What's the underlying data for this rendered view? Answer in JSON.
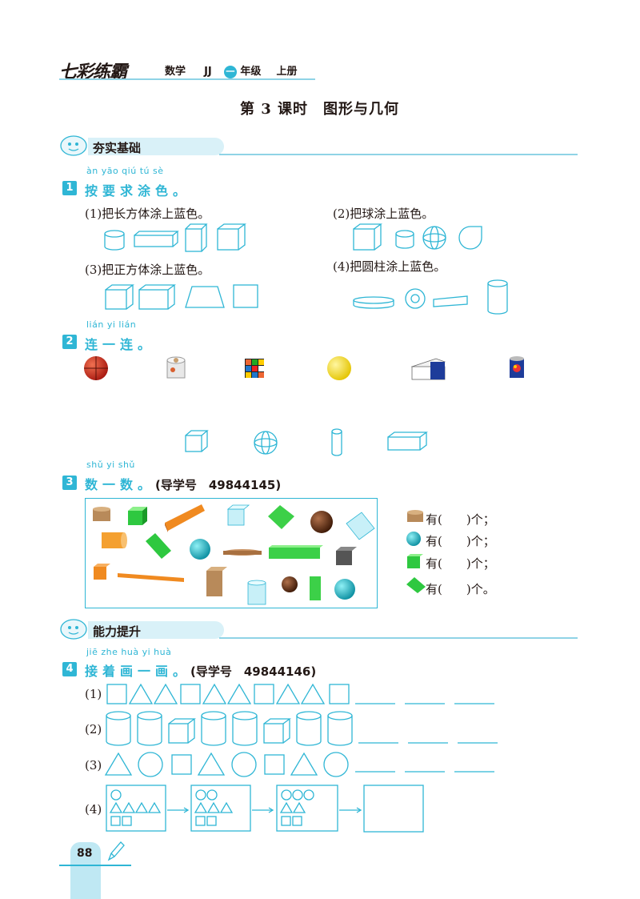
{
  "header": {
    "brand": "七彩练霸",
    "subject": "数学",
    "edition": "JJ",
    "grade_num": "一",
    "grade": "年级",
    "volume": "上册"
  },
  "lesson_title": "第 3 课时　图形与几何",
  "section1": {
    "title": "夯实基础"
  },
  "q1": {
    "num": "1",
    "pinyin": "àn yāo qiú tú sè",
    "title": "按要求涂色。",
    "parts": [
      "(1)把长方体涂上蓝色。",
      "(2)把球涂上蓝色。",
      "(3)把正方体涂上蓝色。",
      "(4)把圆柱涂上蓝色。"
    ]
  },
  "q2": {
    "num": "2",
    "pinyin": "lián yi lián",
    "title": "连一连。"
  },
  "q3": {
    "num": "3",
    "pinyin": "shǔ yi shǔ",
    "title": "数一数。",
    "extra": "(导学号　49844145)",
    "legend": [
      {
        "text": "有(　　)个；"
      },
      {
        "text": "有(　　)个；"
      },
      {
        "text": "有(　　)个；"
      },
      {
        "text": "有(　　)个。"
      }
    ]
  },
  "section2": {
    "title": "能力提升"
  },
  "q4": {
    "num": "4",
    "pinyin": "jiē zhe huà yi huà",
    "title": "接着画一画。",
    "extra": "(导学号　49844146)",
    "rows": [
      "(1)",
      "(2)",
      "(3)",
      "(4)"
    ]
  },
  "page_number": "88",
  "colors": {
    "accent": "#2fb6d5",
    "banner": "#d9f1f8"
  }
}
